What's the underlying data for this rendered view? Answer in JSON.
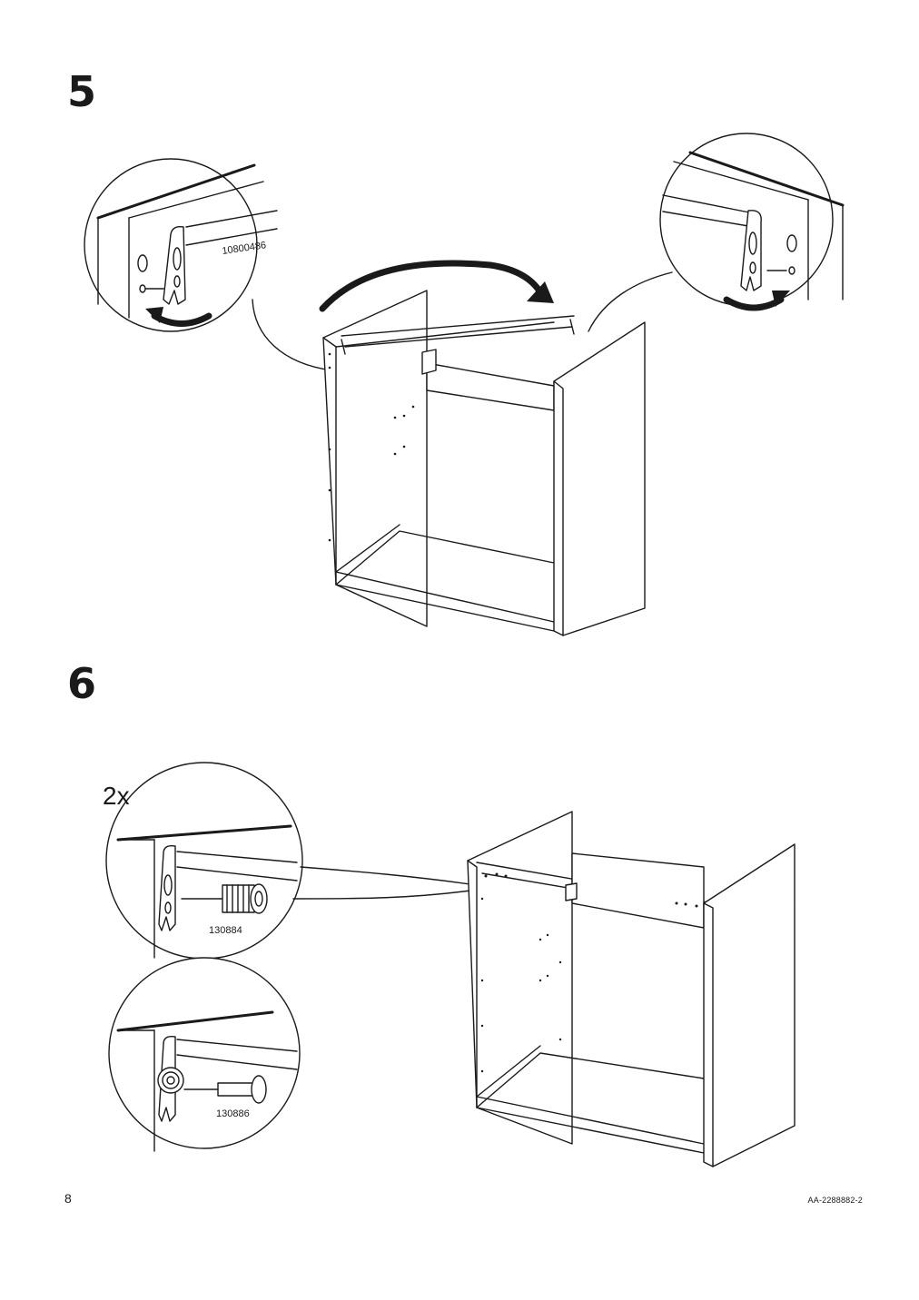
{
  "steps": [
    {
      "number": "5",
      "parts": {
        "fitting_id": "10800486"
      }
    },
    {
      "number": "6",
      "quantity": "2x",
      "parts": {
        "screw_dowel_id": "130884",
        "cam_bolt_id": "130886"
      }
    }
  ],
  "footer": {
    "page_number": "8",
    "doc_code": "AA-2288882-2"
  }
}
